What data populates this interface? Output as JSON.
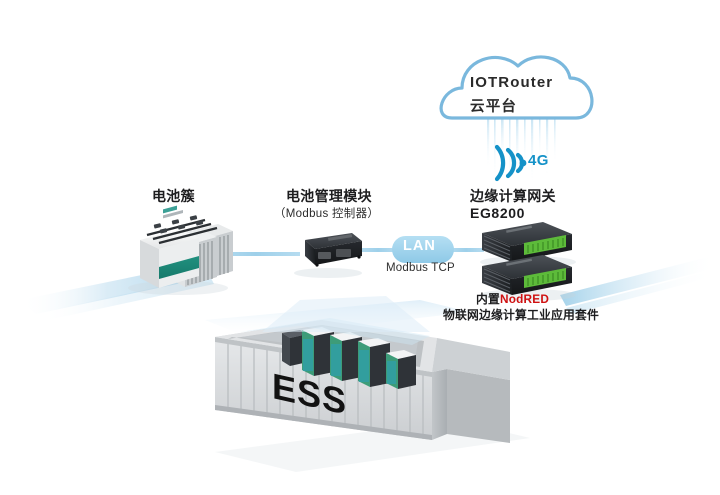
{
  "diagram": {
    "title_text": "ESS",
    "background_color": "#ffffff",
    "accent_blue": "#8ecae8",
    "accent_teal": "#1592c8",
    "red_accent": "#cf1111"
  },
  "cloud": {
    "name": "IOTRouter",
    "subtitle": "云平台",
    "outline_color": "#7ab8dd"
  },
  "wireless": {
    "label": "4G",
    "icon": "wifi-signal-icon",
    "color": "#1592c8"
  },
  "nodes": {
    "battery_cluster": {
      "label": "电池簇",
      "icon": "battery-cluster-icon"
    },
    "bms": {
      "label": "电池管理模块",
      "sublabel": "（Modbus 控制器）",
      "icon": "bms-device-icon"
    },
    "gateway": {
      "label": "边缘计算网关",
      "model": "EG8200",
      "icon": "edge-gateway-icon"
    }
  },
  "link": {
    "badge_label": "LAN",
    "protocol_label": "Modbus TCP",
    "badge_color": "#9ed4ec"
  },
  "gateway_note": {
    "prefix": "内置",
    "highlight": "NodRED",
    "line2": "物联网边缘计算工业应用套件"
  },
  "container": {
    "label": "ESS",
    "body_color": "#d8dadc",
    "top_color": "#e9eaec",
    "rack_front_color": "#3bb57f",
    "rack_body_color": "#3a3d42"
  }
}
